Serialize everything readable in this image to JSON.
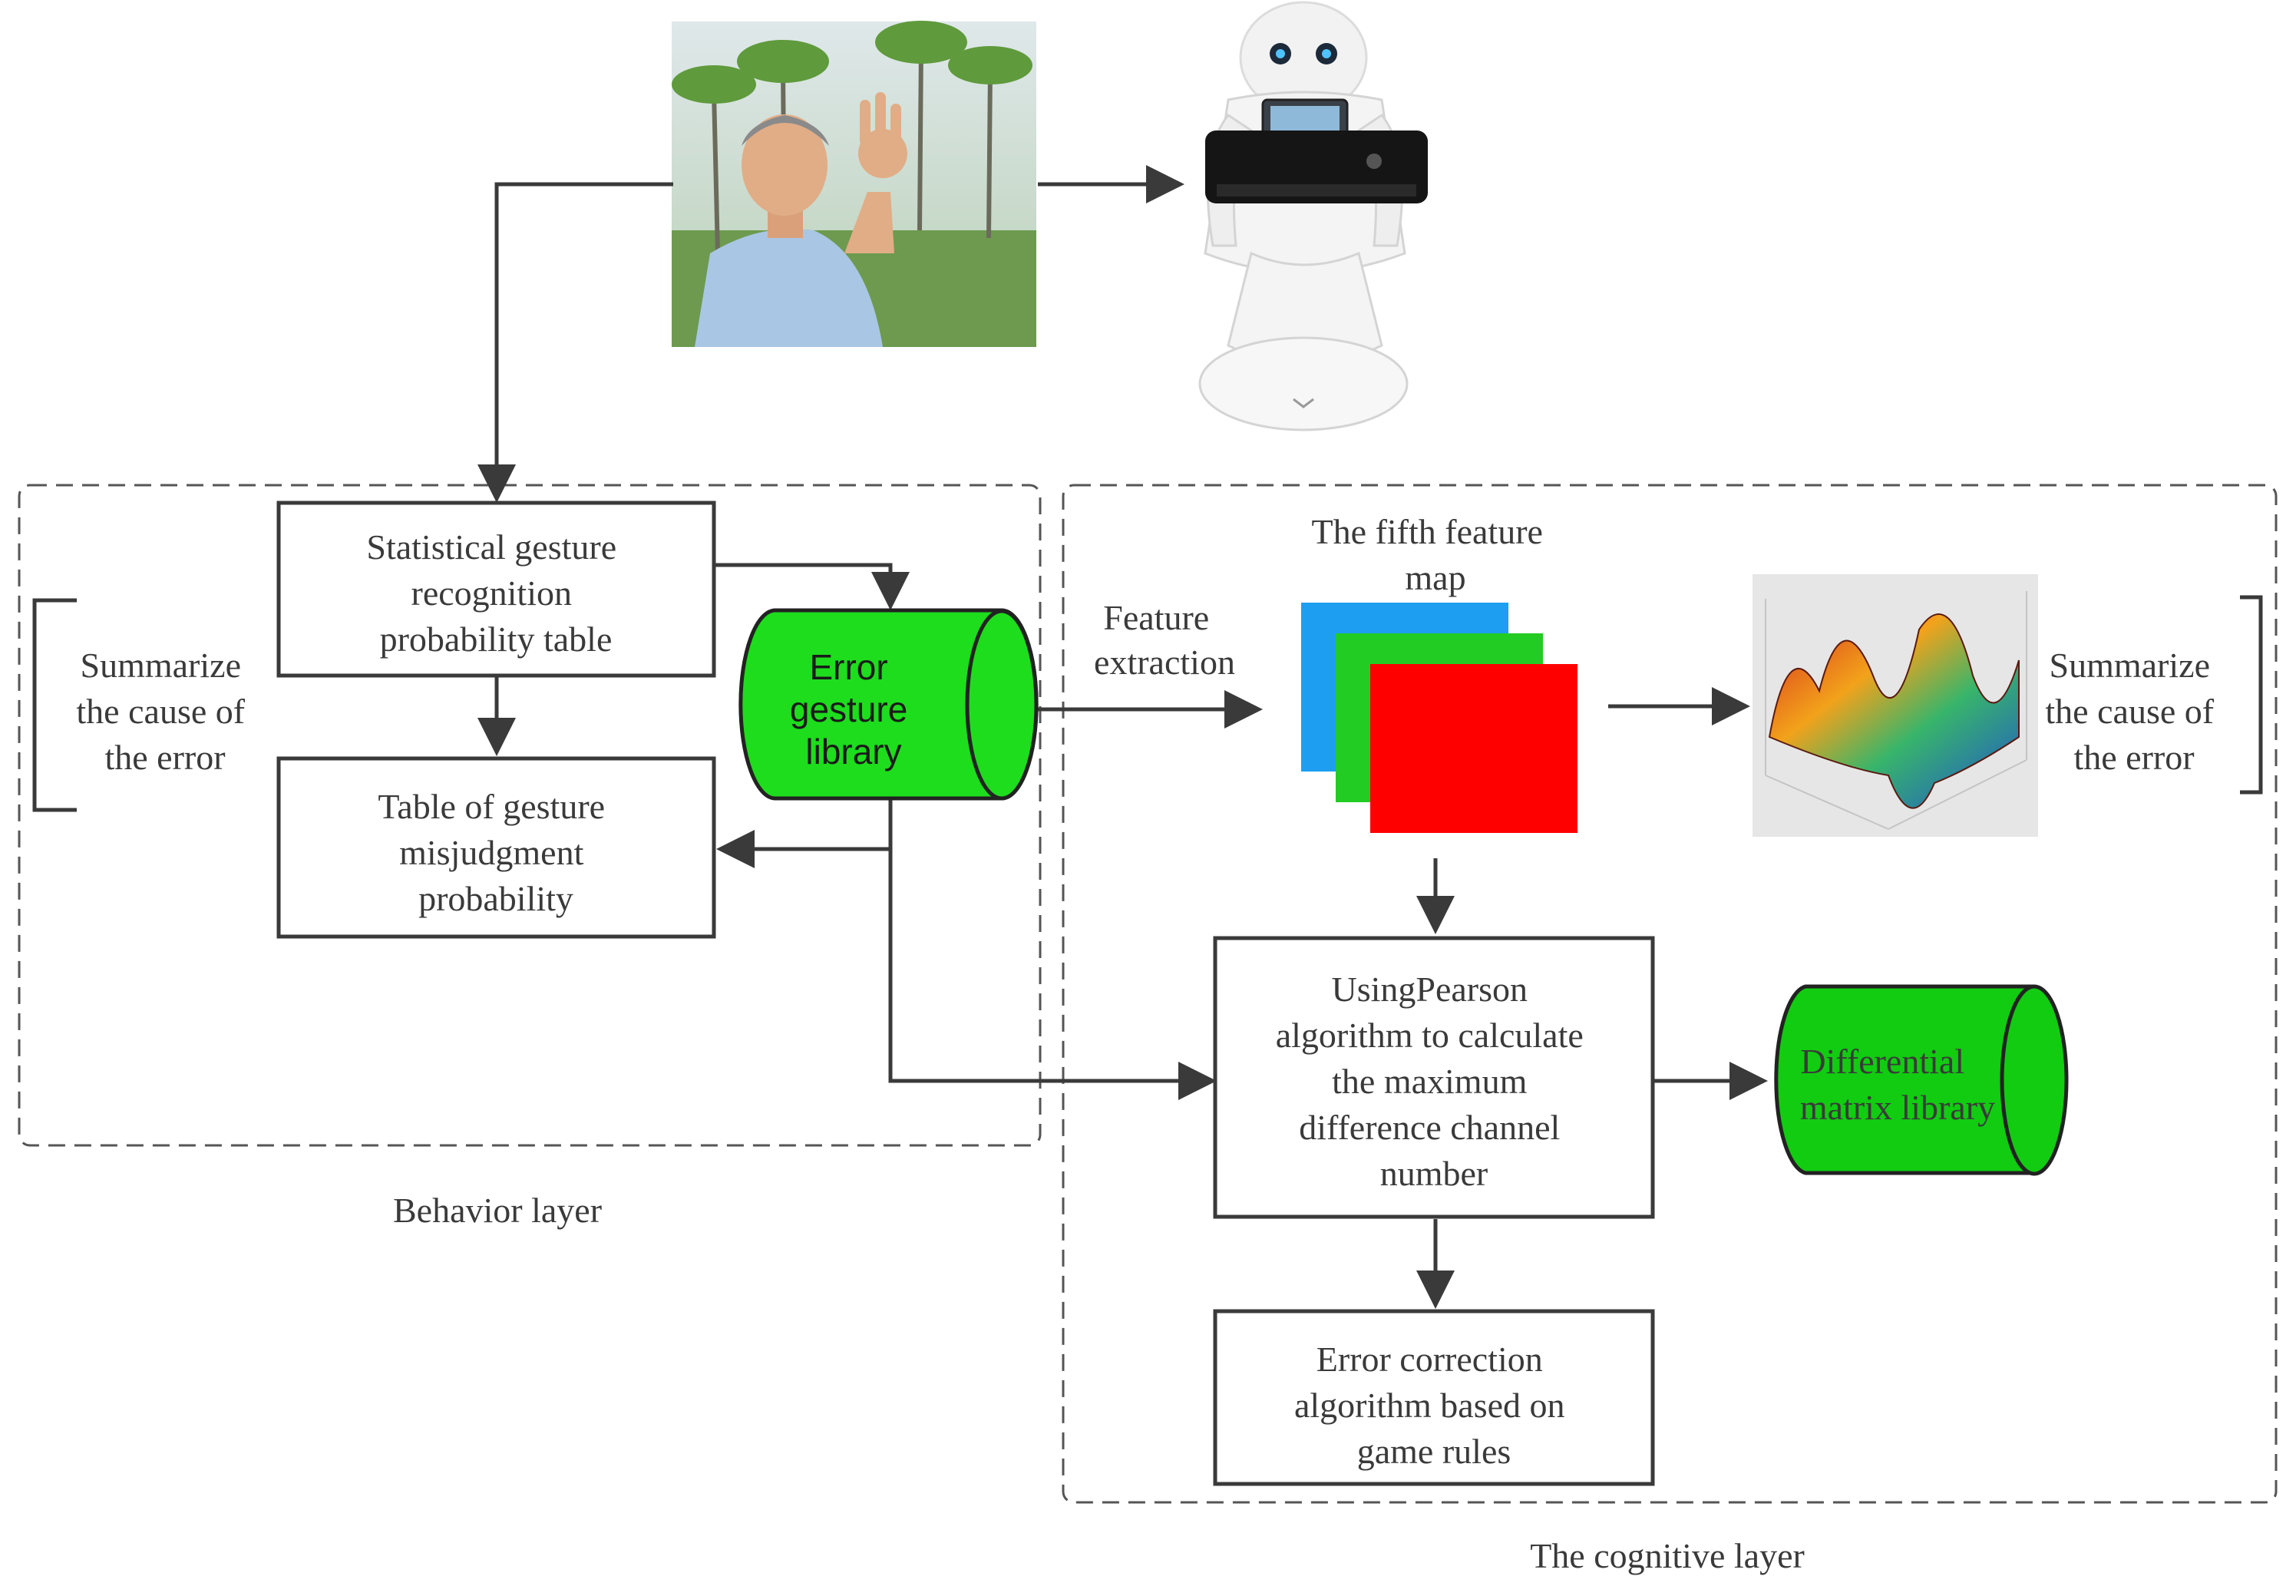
{
  "colors": {
    "line": "#3a3a3a",
    "green": "#1ddd1d",
    "blue": "#1e9ef0",
    "green_layer": "#22cc22",
    "red_layer": "#ff0000"
  },
  "regions": {
    "behavior_label": "Behavior layer",
    "cognitive_label": "The cognitive layer"
  },
  "images": {
    "person_photo": "person-gesture-photo",
    "robot_photo": "humanoid-robot-photo",
    "surface_plot": "3d-surface-plot"
  },
  "boxes": {
    "stat_table": [
      "Statistical gesture",
      "recognition",
      "probability table"
    ],
    "misjudge_table": [
      "Table of gesture",
      "misjudgment",
      "probability"
    ],
    "pearson": [
      "UsingPearson",
      "algorithm to calculate",
      "the maximum",
      "difference channel",
      "number"
    ],
    "correction": [
      "Error correction",
      "algorithm based on",
      "game rules"
    ]
  },
  "cylinders": {
    "error_library": [
      "Error",
      "gesture",
      "library"
    ],
    "diff_library": [
      "Differential",
      "matrix library"
    ]
  },
  "annotations": {
    "summarize_left": [
      "Summarize",
      "the cause of",
      "the error"
    ],
    "summarize_right": [
      "Summarize",
      "the cause of",
      "the error"
    ],
    "feature_extraction": [
      "Feature",
      "extraction"
    ],
    "feature_map_title": [
      "The fifth feature",
      "map"
    ]
  }
}
